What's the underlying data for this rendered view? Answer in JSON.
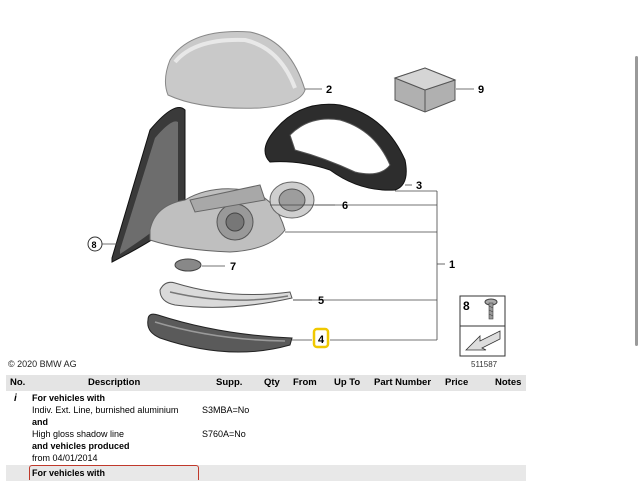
{
  "diagram": {
    "callouts": [
      "1",
      "2",
      "3",
      "4",
      "5",
      "6",
      "7",
      "8",
      "9"
    ],
    "hardware_label": "8",
    "image_number": "511587"
  },
  "copyright": "© 2020 BMW AG",
  "table": {
    "headers": [
      "No.",
      "Description",
      "Supp.",
      "Qty",
      "From",
      "Up To",
      "Part Number",
      "Price",
      "Notes"
    ],
    "row1": {
      "no": "i",
      "lines": [
        {
          "text": "For vehicles with",
          "bold": true,
          "supp": ""
        },
        {
          "text": "Indiv. Ext. Line, burnished aluminium",
          "bold": false,
          "supp": "S3MBA=No"
        },
        {
          "text": "and",
          "bold": true,
          "supp": ""
        },
        {
          "text": "High gloss shadow line",
          "bold": false,
          "supp": "S760A=No"
        },
        {
          "text": "and vehicles produced",
          "bold": true,
          "supp": ""
        },
        {
          "text": "from 04/01/2014",
          "bold": false,
          "supp": ""
        }
      ]
    },
    "row2": {
      "text": "For vehicles with"
    }
  },
  "colors": {
    "highlight": "#f0c800",
    "header_bg": "#e4e4e4",
    "row_alt_bg": "#e8e8e8",
    "border_red": "#c0392b"
  }
}
